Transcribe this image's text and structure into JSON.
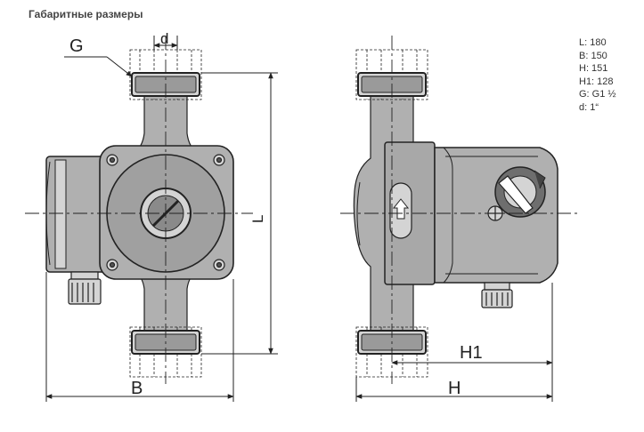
{
  "title": "Габаритные размеры",
  "specs": [
    {
      "label": "L",
      "value": "180"
    },
    {
      "label": "B",
      "value": "150"
    },
    {
      "label": "H",
      "value": "151"
    },
    {
      "label": "H1",
      "value": "128"
    },
    {
      "label": "G",
      "value": "G1 ½"
    },
    {
      "label": "d",
      "value": "1“"
    }
  ],
  "specs_text": [
    "L: 180",
    "B: 150",
    "H: 151",
    "H1: 128",
    "G: G1 ½",
    "d: 1“"
  ],
  "dimension_labels": {
    "g": "G",
    "d": "d",
    "l": "L",
    "b": "B",
    "h": "H",
    "h1": "H1"
  },
  "colors": {
    "line": "#222222",
    "body_fill": "#b0b0b0",
    "dark_fill": "#7a7a7a",
    "light_fill": "#d4d4d4"
  }
}
